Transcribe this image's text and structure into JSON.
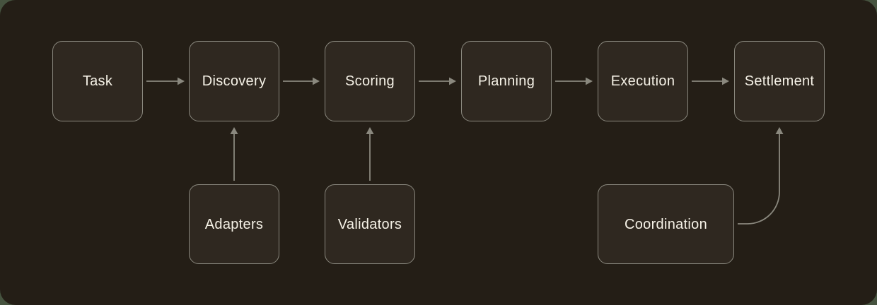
{
  "diagram": {
    "type": "flowchart",
    "nodes": [
      {
        "id": "task",
        "label": "Task"
      },
      {
        "id": "discovery",
        "label": "Discovery"
      },
      {
        "id": "scoring",
        "label": "Scoring"
      },
      {
        "id": "planning",
        "label": "Planning"
      },
      {
        "id": "execution",
        "label": "Execution"
      },
      {
        "id": "settlement",
        "label": "Settlement"
      },
      {
        "id": "adapters",
        "label": "Adapters"
      },
      {
        "id": "validators",
        "label": "Validators"
      },
      {
        "id": "coordination",
        "label": "Coordination"
      }
    ],
    "edges": [
      {
        "from": "task",
        "to": "discovery",
        "style": "straight-right"
      },
      {
        "from": "discovery",
        "to": "scoring",
        "style": "straight-right"
      },
      {
        "from": "scoring",
        "to": "planning",
        "style": "straight-right"
      },
      {
        "from": "planning",
        "to": "execution",
        "style": "straight-right"
      },
      {
        "from": "execution",
        "to": "settlement",
        "style": "straight-right"
      },
      {
        "from": "adapters",
        "to": "discovery",
        "style": "straight-up"
      },
      {
        "from": "validators",
        "to": "scoring",
        "style": "straight-up"
      },
      {
        "from": "coordination",
        "to": "settlement",
        "style": "curved-up"
      }
    ]
  },
  "colors": {
    "page_background": "#46533f",
    "canvas_background": "#241e16",
    "node_fill": "#2f2820",
    "node_border": "#8a887e",
    "arrow_color": "#8a887e",
    "text_color": "#f6f2e7"
  }
}
